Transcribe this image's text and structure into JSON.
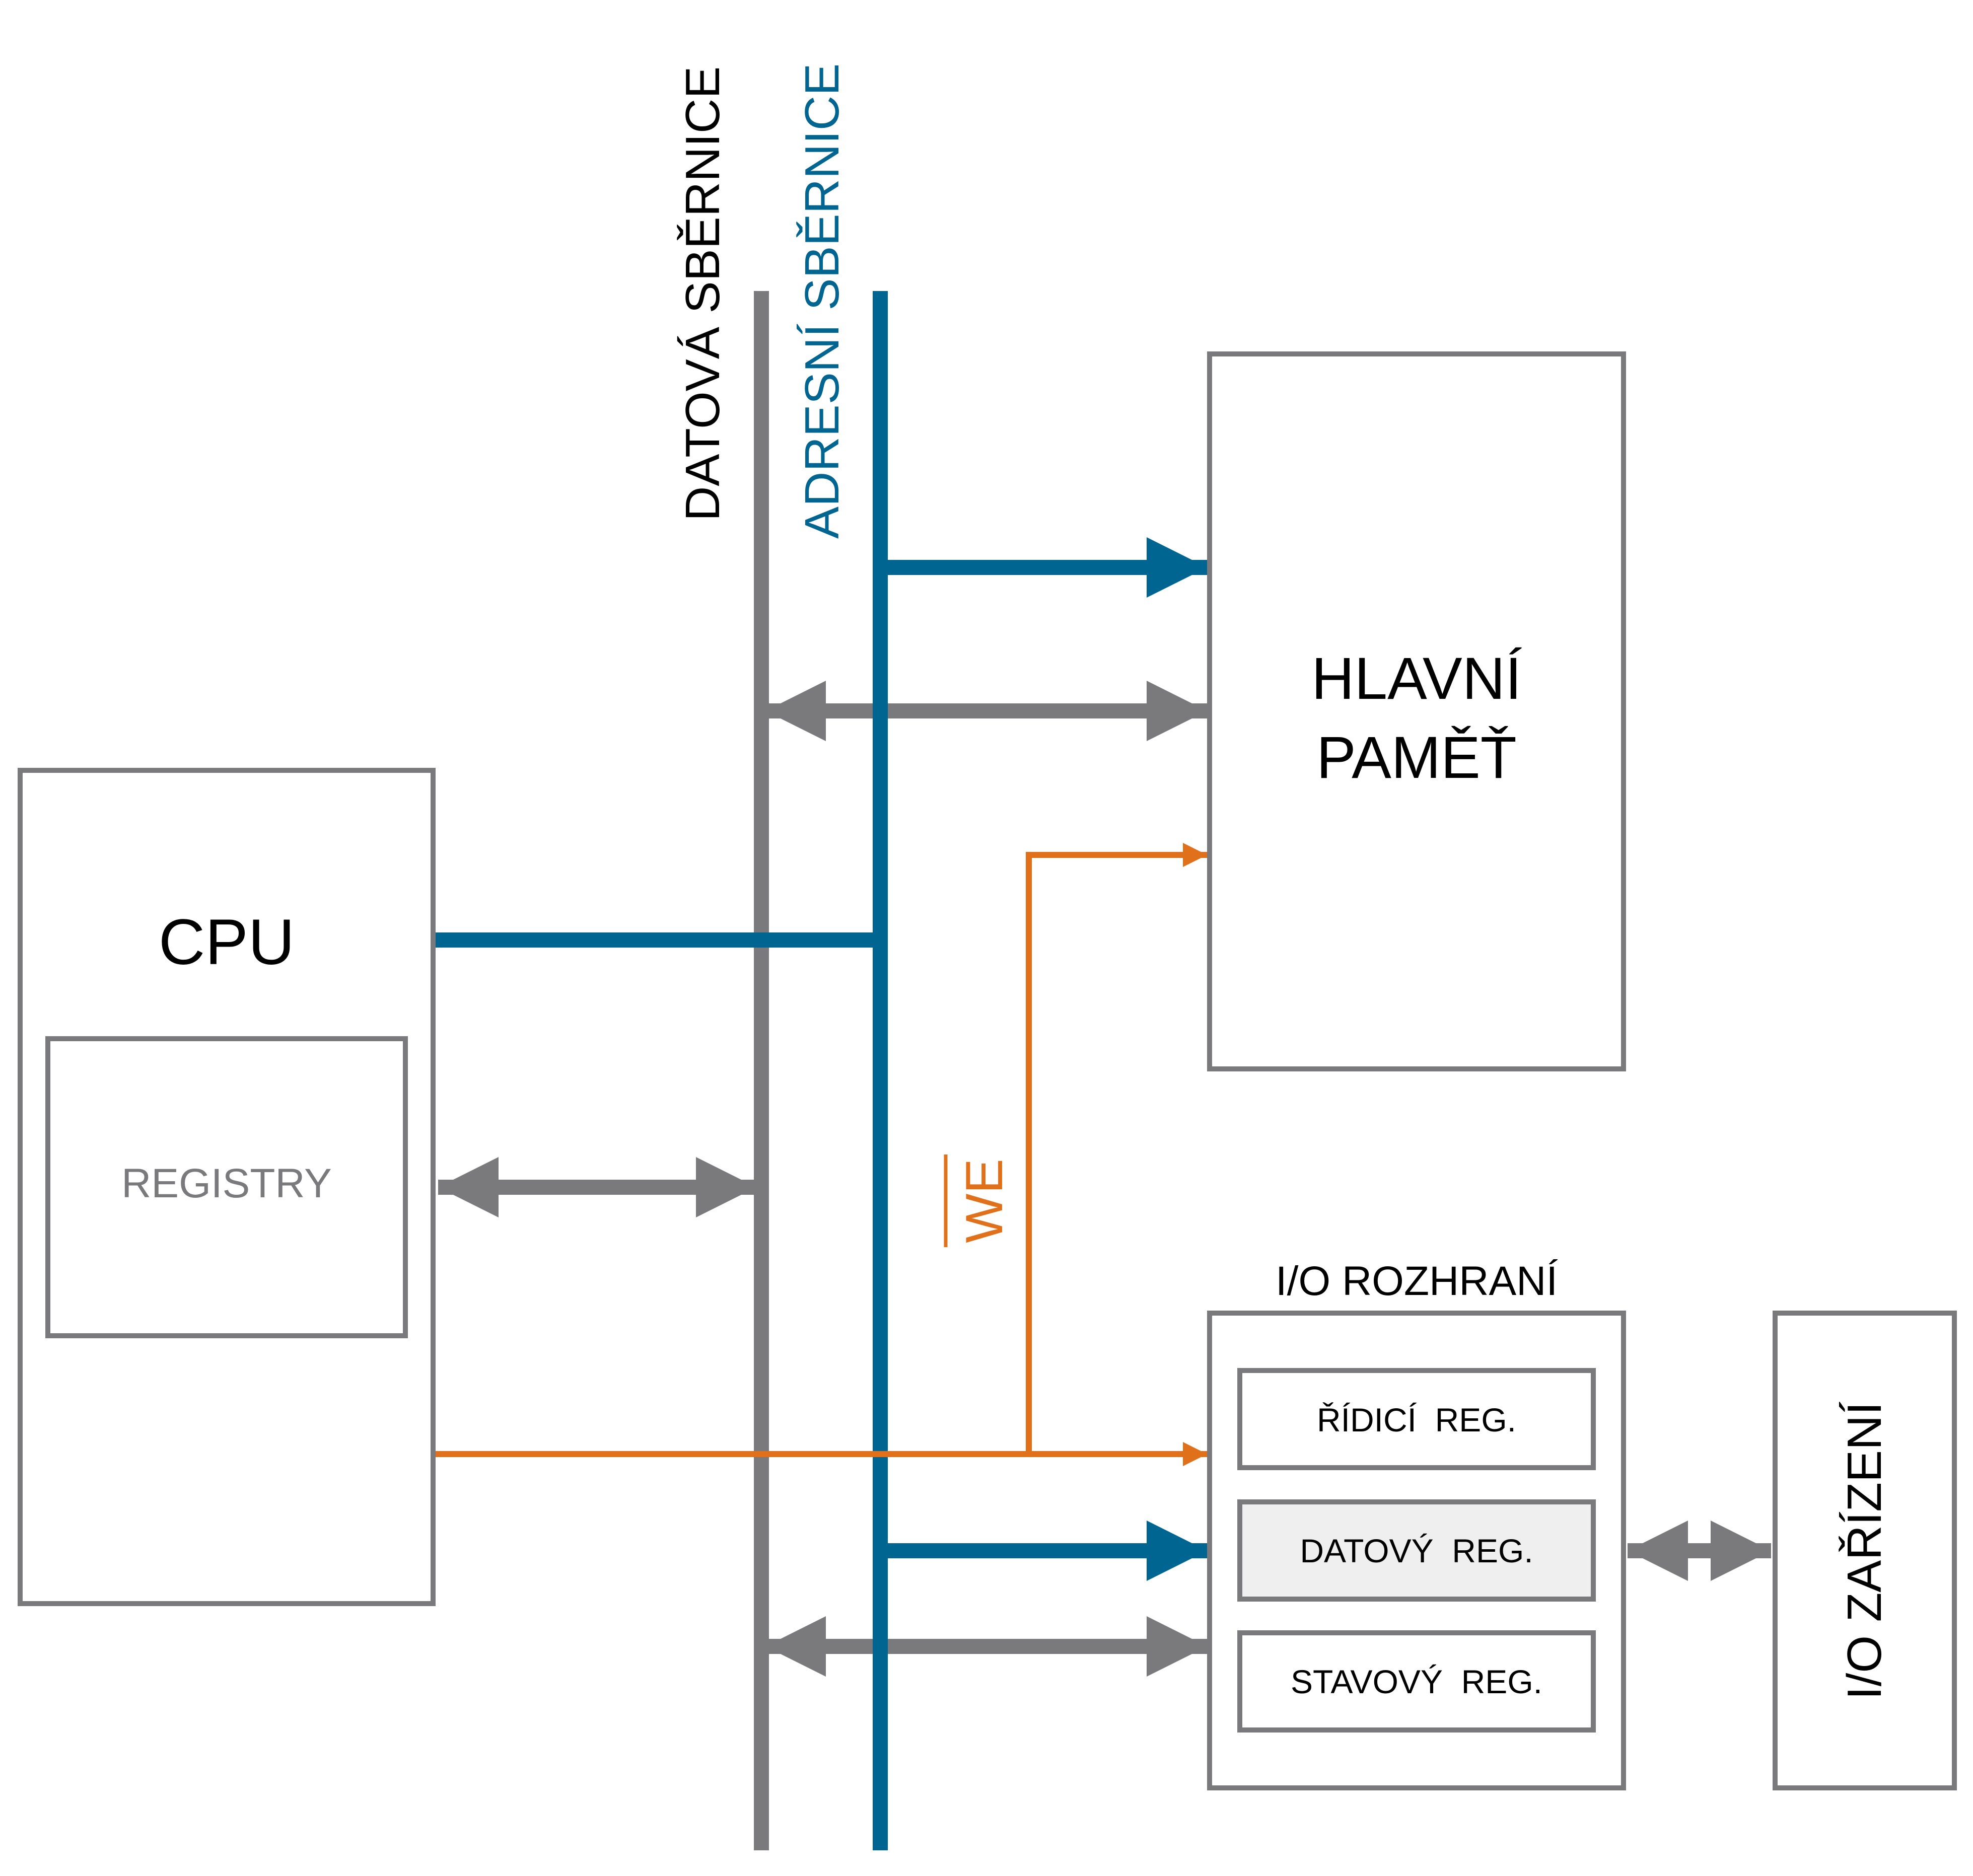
{
  "buses": {
    "data_bus": {
      "label": "DATOVÁ SBĚRNICE",
      "color": "#7a7a7c"
    },
    "address_bus": {
      "label": "ADRESNÍ SBĚRNICE",
      "color": "#006590"
    }
  },
  "cpu": {
    "title": "CPU",
    "registers_label": "REGISTRY"
  },
  "memory": {
    "title_line1": "HLAVNÍ",
    "title_line2": "PAMĚŤ"
  },
  "control": {
    "we_label": "WE",
    "color": "#e0701a"
  },
  "io_interface": {
    "title": "I/O ROZHRANÍ",
    "registers": [
      {
        "label": "ŘÍDICÍ  REG."
      },
      {
        "label": "DATOVÝ  REG."
      },
      {
        "label": "STAVOVÝ  REG."
      }
    ]
  },
  "io_device": {
    "label": "I/O ZAŘÍZENÍ"
  },
  "colors": {
    "box_border": "#7a7a7c",
    "text": "#000000",
    "registry_text": "#7a7a7c",
    "highlight_fill": "#efefef"
  }
}
